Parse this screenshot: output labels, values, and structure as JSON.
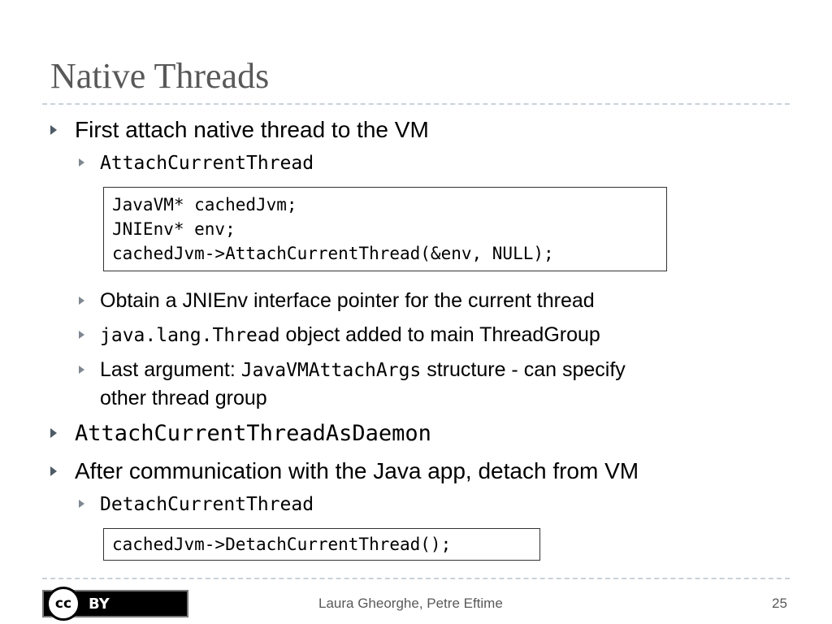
{
  "slide": {
    "title": "Native Threads",
    "bullets": {
      "b1": "First attach native thread to the VM",
      "b1_1": "AttachCurrentThread",
      "code1": {
        "line1": "JavaVM* cachedJvm;",
        "line2": "JNIEnv* env;",
        "line3": "cachedJvm->AttachCurrentThread(&env, NULL);"
      },
      "b1_2": "Obtain a JNIEnv interface pointer for the current thread",
      "b1_3_code": "java.lang.Thread",
      "b1_3_text": " object added to main ThreadGroup",
      "b1_4_prefix": "Last argument: ",
      "b1_4_code": "JavaVMAttachArgs",
      "b1_4_suffix": " structure - can specify",
      "b1_4_cont": "other thread group",
      "b2": "AttachCurrentThreadAsDaemon",
      "b3": "After communication with the Java app, detach from VM",
      "b3_1": "DetachCurrentThread",
      "code2": "cachedJvm->DetachCurrentThread();"
    }
  },
  "footer": {
    "license_cc": "cc",
    "license_by": "BY",
    "license_icon": "creative-commons-by-icon",
    "author": "Laura Gheorghe, Petre Eftime",
    "page": "25"
  },
  "colors": {
    "title": "#595959",
    "bullet_l1": "#4f5b66",
    "bullet_l2": "#7f8891",
    "rule": "#c9d2da"
  }
}
